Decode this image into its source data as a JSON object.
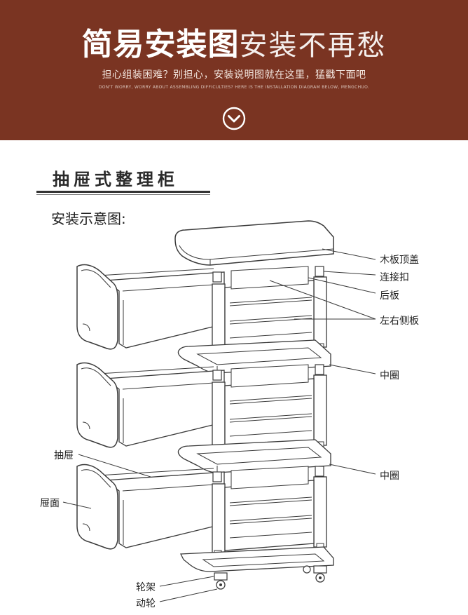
{
  "header": {
    "title_bold": "简易安装图",
    "title_light": "安装不再愁",
    "subtitle": "担心组装困难？别担心，安装说明图就在这里，猛戳下面吧",
    "subtitle_en": "DON'T WORRY, WORRY ABOUT ASSEMBLING DIFFICULTIES? HERE IS THE INSTALLATION DIAGRAM BELOW, MENGCHUO.",
    "down_icon": "chevron-down-circle-icon"
  },
  "section": {
    "title": "抽屉式整理柜",
    "subheading": "安装示意图:"
  },
  "labels": {
    "top_cover": "木板顶盖",
    "connector": "连接扣",
    "back_panel": "后板",
    "side_panels": "左右侧板",
    "middle_ring_1": "中圈",
    "middle_ring_2": "中圈",
    "drawer": "抽屉",
    "drawer_face": "屉面",
    "wheel_frame": "轮架",
    "caster": "动轮"
  },
  "colors": {
    "banner": "#7a3422",
    "line": "#3a3a3a"
  }
}
